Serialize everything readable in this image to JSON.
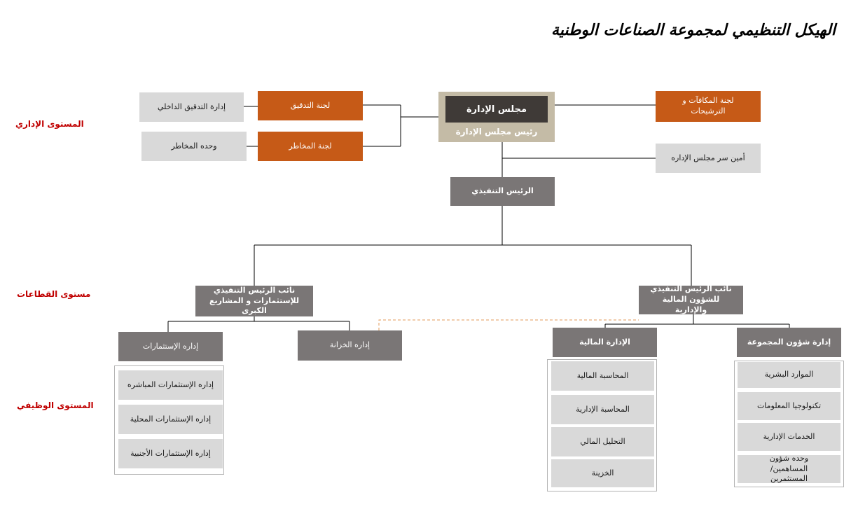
{
  "title": "الهيكل التنظيمي لمجموعة الصناعات الوطنية",
  "levels": {
    "admin": "المستوى الإداري",
    "sectors": "مستوى القطاعات",
    "functional": "المستوى الوظيفي"
  },
  "board": {
    "name": "مجلس الإدارة",
    "chair": "رئيس مجلس الإدارة"
  },
  "committees": {
    "audit": "لجنة التدقيق",
    "risk": "لجنة المخاطر",
    "internal_audit": "إدارة التدقيق الداخلي",
    "risk_unit": "وحده المخاطر",
    "rewards": "لجنة المكافآت و الترشيحات",
    "secretary": "أمين سر مجلس الإداره"
  },
  "ceo": "الرئيس التنفيذي",
  "deputies": {
    "investments": "نائب الرئيس التنفيذي للإستثمارات و المشاريع الكبرى",
    "finance_admin": "نائب الرئيس التنفيذي للشؤون المالية والإدارية"
  },
  "departments": {
    "investments": "إداره الإستثمارات",
    "treasury": "إداره الخزانة",
    "financial": "الإدارة المالية",
    "group_affairs": "إدارة شؤون المجموعة"
  },
  "sub_departments": {
    "investments": [
      "إداره الإستثمارات المباشره",
      "إداره الإستثمارات المحلية",
      "إداره الإستثمارات الأجنبية"
    ],
    "financial": [
      "المحاسبة المالية",
      "المحاسبة الإدارية",
      "التحليل المالي",
      "الخزينة"
    ],
    "group_affairs": [
      "الموارد البشرية",
      "تكنولوجيا المعلومات",
      "الخدمات الإدارية",
      "وحده شؤون المساهمين/المستثمرين"
    ]
  },
  "colors": {
    "grey_box": "#d9d9d9",
    "dark_box": "#7a7676",
    "orange_box": "#c65a17",
    "board_frame": "#c4bba6",
    "board_inner": "#3f3a37",
    "level_text": "#c00000",
    "dashed_link": "#e39a5a"
  }
}
